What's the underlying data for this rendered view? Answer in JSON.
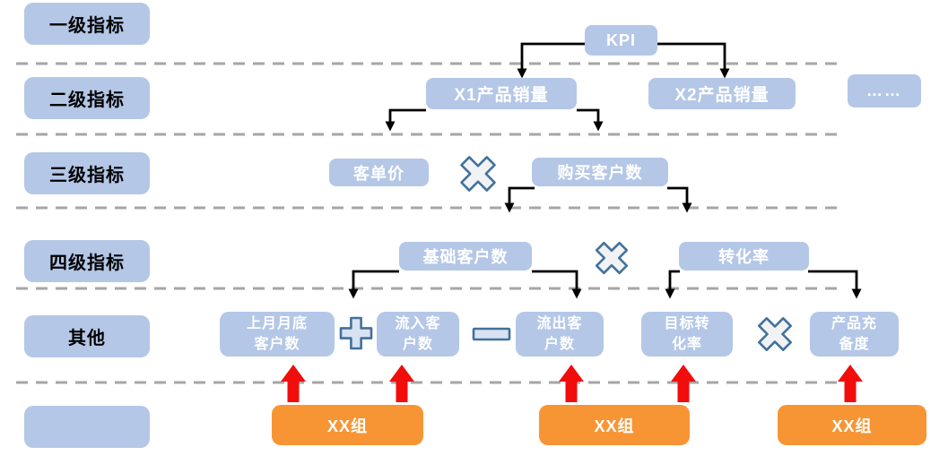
{
  "rows": {
    "labels": [
      "一级指标",
      "二级指标",
      "三级指标",
      "四级指标",
      "其他",
      ""
    ]
  },
  "nodes": {
    "kpi": "KPI",
    "x1_sales": "X1产品销量",
    "x2_sales": "X2产品销量",
    "ellipsis": "……",
    "unit_price": "客单价",
    "buying_customers": "购买客户数",
    "base_customers": "基础客户数",
    "conversion_rate": "转化率",
    "last_month_customers": "上月月底\n客户数",
    "inflow_customers": "流入客\n户数",
    "outflow_customers": "流出客\n户数",
    "target_conversion": "目标转\n化率",
    "product_readiness": "产品充\n备度"
  },
  "operators": {
    "multiply_level3": "×",
    "multiply_level4": "×",
    "plus_level5": "+",
    "minus_level5": "−",
    "multiply_level5": "×"
  },
  "groups": [
    "XX组",
    "XX组",
    "XX组"
  ],
  "colors": {
    "node_fill": "#B4C7E7",
    "node_text": "#FFFFFF",
    "label_text": "#000000",
    "group_fill": "#F79535",
    "group_text": "#FFFFFF",
    "red_arrow": "#F20D0D",
    "connector": "#000000",
    "divider": "#A6A6A6",
    "operator_stroke": "#41719C",
    "operator_fill_light": "#F0F2F4",
    "operator_fill_blue": "#D9E2F3"
  }
}
